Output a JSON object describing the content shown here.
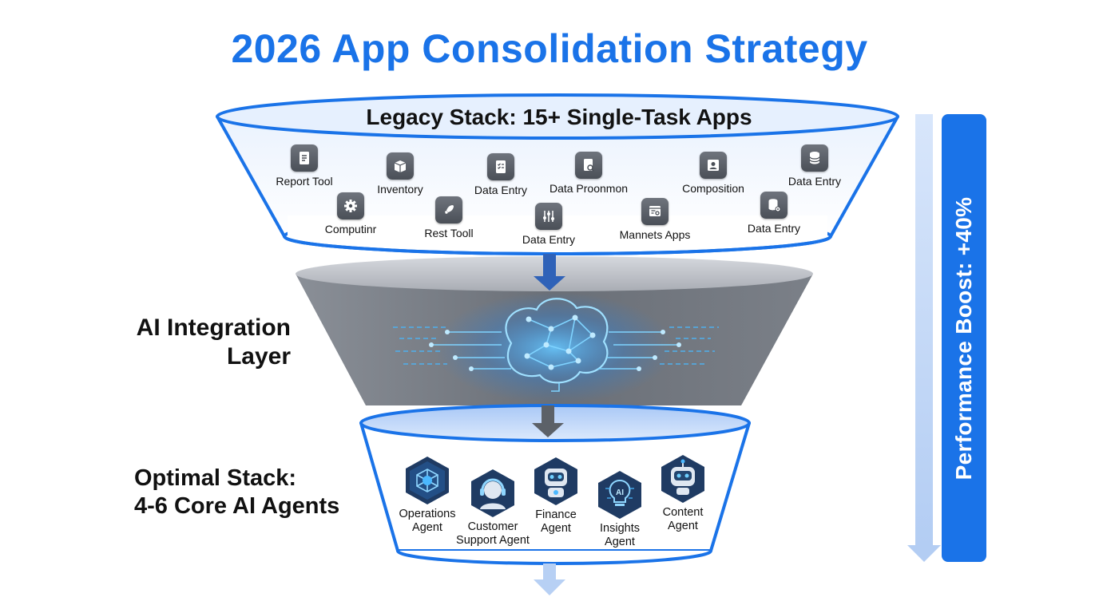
{
  "title": "2026 App Consolidation Strategy",
  "legacy": {
    "title": "Legacy Stack: 15+ Single-Task Apps",
    "apps": [
      {
        "label": "Report Tool",
        "icon": "report-icon"
      },
      {
        "label": "Inventory",
        "icon": "box-icon"
      },
      {
        "label": "Data Entry",
        "icon": "checklist-icon"
      },
      {
        "label": "Data Proonmon",
        "icon": "doc-search-icon"
      },
      {
        "label": "Composition",
        "icon": "contact-card-icon"
      },
      {
        "label": "Data Entry",
        "icon": "database-icon"
      },
      {
        "label": "Computinr",
        "icon": "gear-icon"
      },
      {
        "label": "Rest Tooll",
        "icon": "rocket-icon"
      },
      {
        "label": "Data Entry",
        "icon": "sliders-icon"
      },
      {
        "label": "Mannets Apps",
        "icon": "browser-search-icon"
      },
      {
        "label": "Data Entry",
        "icon": "database-gear-icon"
      }
    ]
  },
  "ai_layer": {
    "line1": "AI Integration",
    "line2": "Layer"
  },
  "optimal": {
    "line1": "Optimal Stack:",
    "line2": "4-6 Core AI Agents",
    "agents": [
      {
        "line1": "Operations",
        "line2": "Agent",
        "icon": "network-hexagon-icon"
      },
      {
        "line1": "Customer",
        "line2": "Support Agent",
        "icon": "headset-agent-icon"
      },
      {
        "line1": "Finance",
        "line2": "Agent",
        "icon": "robot-icon"
      },
      {
        "line1": "Insights",
        "line2": "Agent",
        "icon": "ai-bulb-icon"
      },
      {
        "line1": "Content",
        "line2": "Agent",
        "icon": "robot-content-icon"
      }
    ]
  },
  "performance": {
    "label": "Performance Boost: +40%"
  },
  "colors": {
    "accent": "#1a73e8",
    "funnel_gray": "#6b7078",
    "light_blue": "#cfe0fb"
  }
}
